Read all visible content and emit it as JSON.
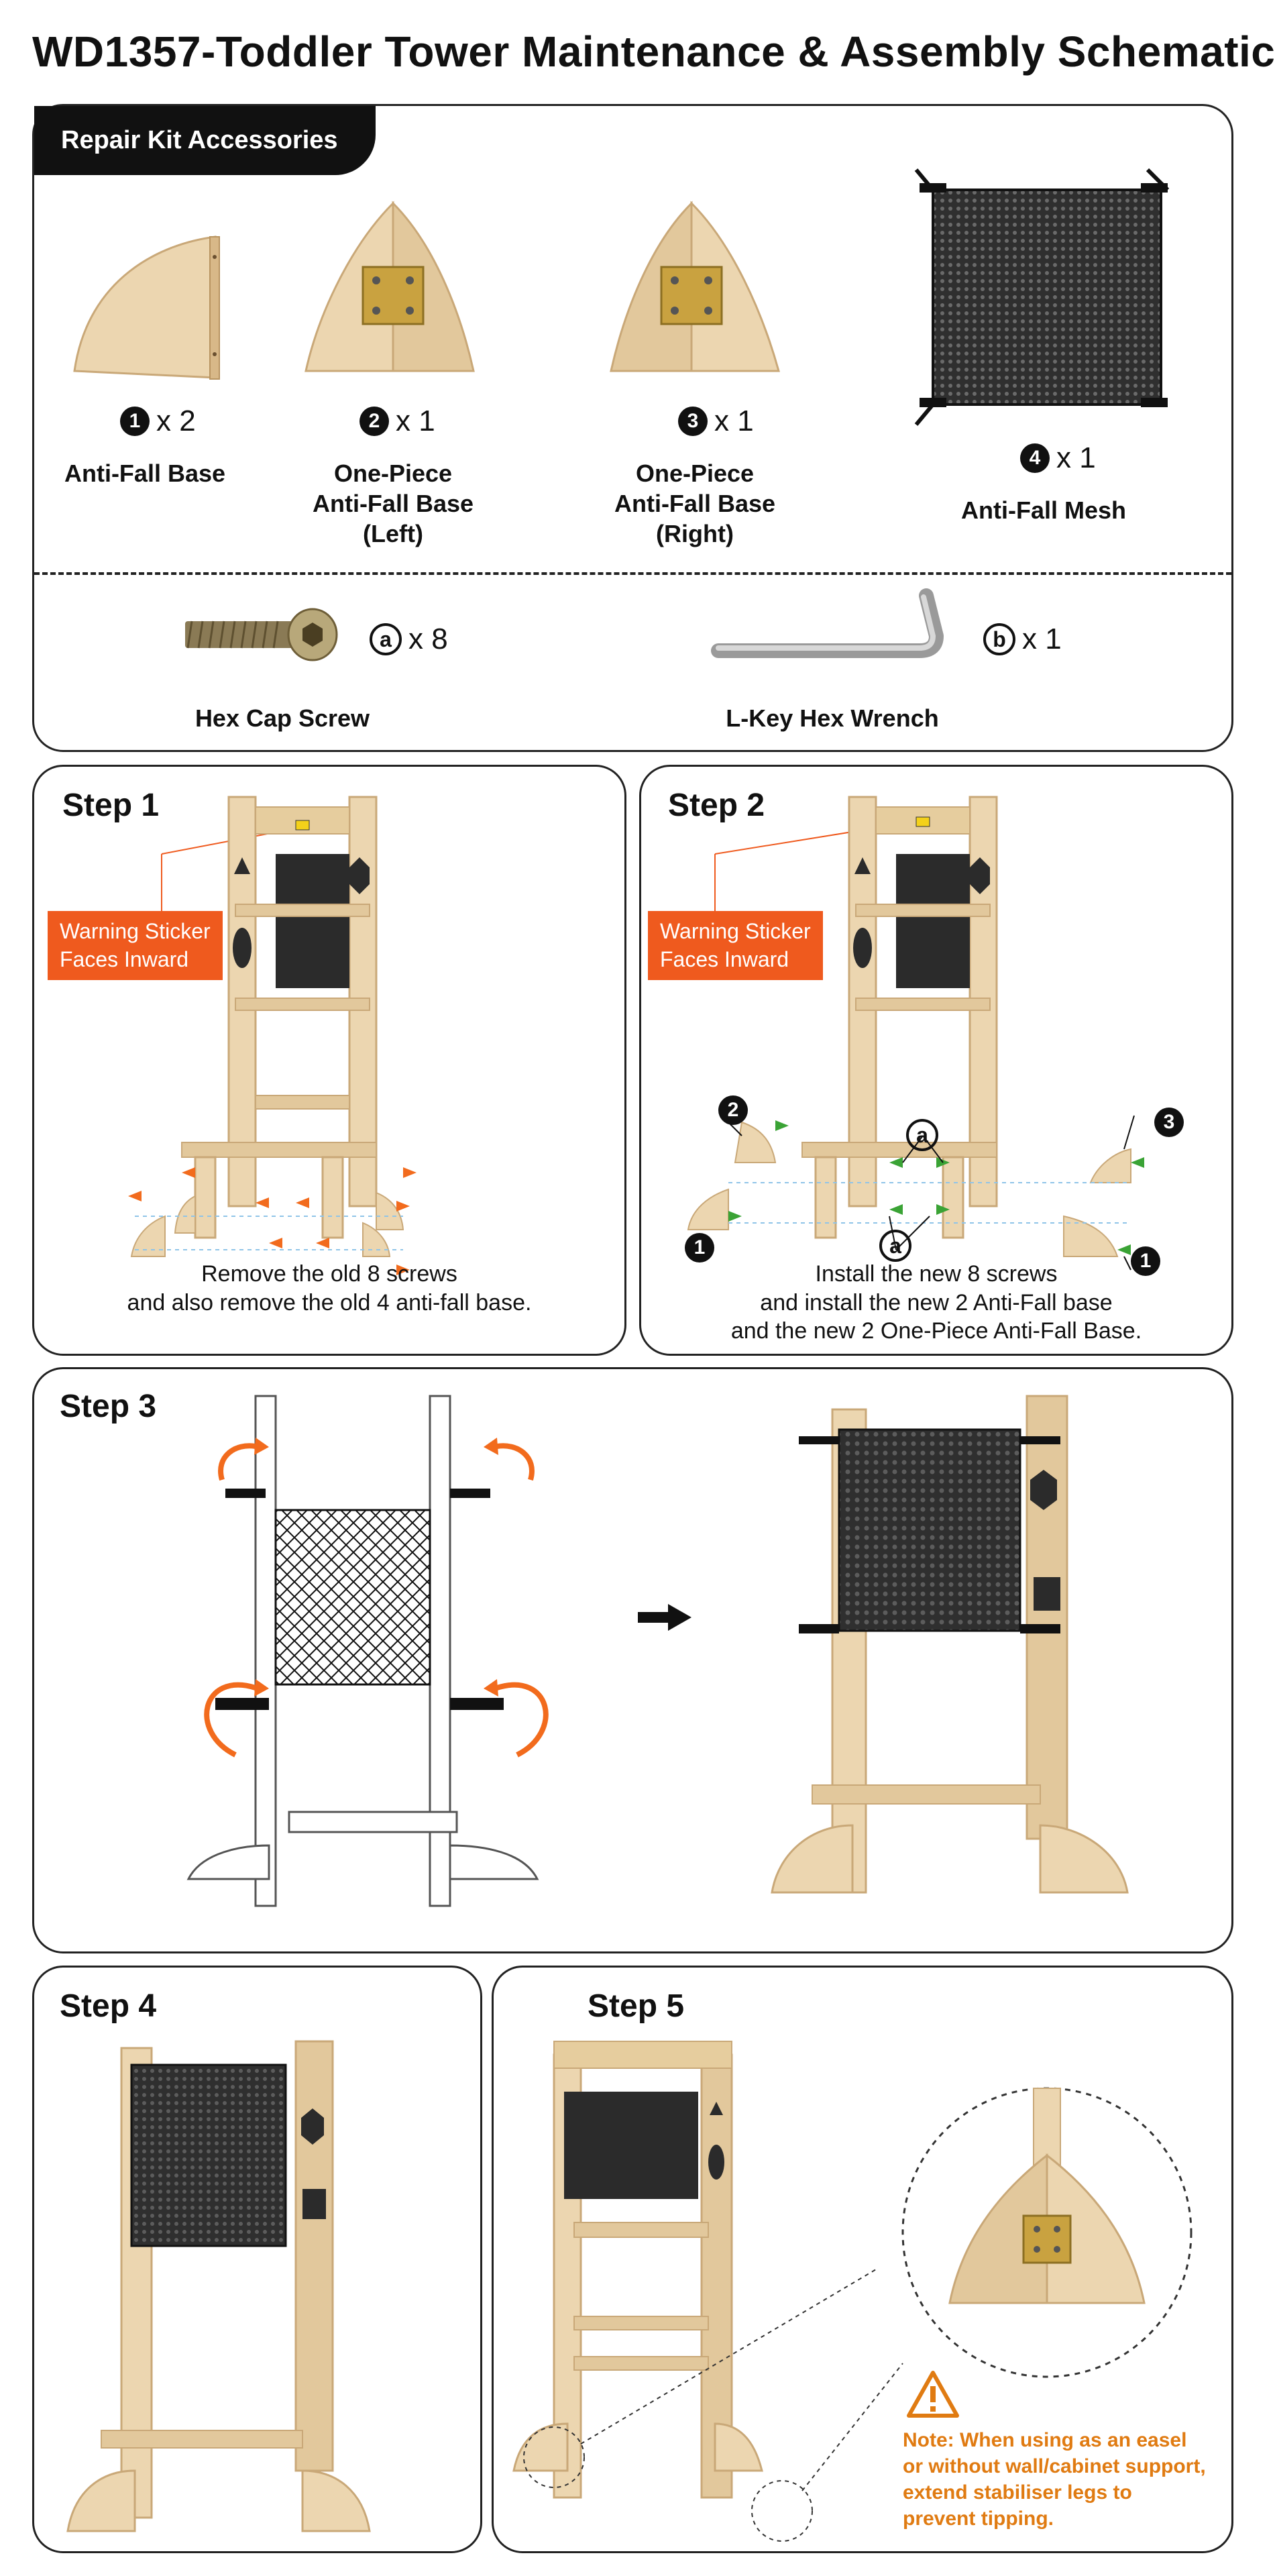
{
  "title": "WD1357-Toddler Tower Maintenance & Assembly Schematic",
  "kit": {
    "tab_label": "Repair Kit Accessories",
    "items": [
      {
        "badge": "1",
        "qty": "x 2",
        "label": "Anti-Fall Base"
      },
      {
        "badge": "2",
        "qty": "x 1",
        "label_line1": "One-Piece",
        "label_line2": "Anti-Fall Base",
        "label_line3": "(Left)"
      },
      {
        "badge": "3",
        "qty": "x 1",
        "label_line1": "One-Piece",
        "label_line2": "Anti-Fall Base",
        "label_line3": "(Right)"
      },
      {
        "badge": "4",
        "qty": "x 1",
        "label": "Anti-Fall Mesh"
      }
    ],
    "tools": [
      {
        "badge": "a",
        "qty": "x 8",
        "label": "Hex Cap Screw"
      },
      {
        "badge": "b",
        "qty": "x 1",
        "label": "L-Key Hex Wrench"
      }
    ]
  },
  "step1": {
    "title": "Step 1",
    "warning_line1": "Warning Sticker",
    "warning_line2": "Faces Inward",
    "caption_line1": "Remove the old 8 screws",
    "caption_line2": "and also remove the old 4 anti-fall base."
  },
  "step2": {
    "title": "Step 2",
    "warning_line1": "Warning Sticker",
    "warning_line2": "Faces Inward",
    "callout_1": "1",
    "callout_2": "2",
    "callout_3": "3",
    "callout_a": "a",
    "caption_line1": "Install the new 8 screws",
    "caption_line2": "and install the new 2 Anti-Fall base",
    "caption_line3": "and the new 2 One-Piece Anti-Fall Base."
  },
  "step3": {
    "title": "Step 3"
  },
  "step4": {
    "title": "Step 4"
  },
  "step5": {
    "title": "Step 5",
    "note_line1": "Note: When using as an easel",
    "note_line2": "or without wall/cabinet support,",
    "note_line3": "extend stabiliser legs to",
    "note_line4": "prevent tipping."
  },
  "colors": {
    "wood": "#ecd6b0",
    "wood_edge": "#c9a878",
    "board": "#2b2b2b",
    "warning": "#ef5a1e",
    "arrow_orange": "#f26b1d",
    "arrow_green": "#3aa335",
    "note": "#e07b12"
  }
}
